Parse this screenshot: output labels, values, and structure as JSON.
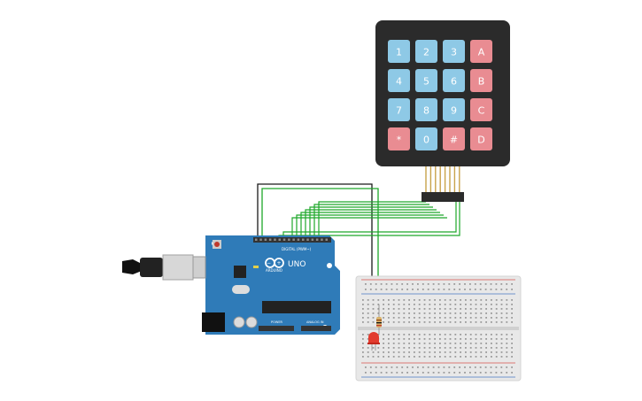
{
  "keypad": {
    "keys": [
      {
        "label": "1",
        "kind": "num"
      },
      {
        "label": "2",
        "kind": "num"
      },
      {
        "label": "3",
        "kind": "num"
      },
      {
        "label": "A",
        "kind": "letter"
      },
      {
        "label": "4",
        "kind": "num"
      },
      {
        "label": "5",
        "kind": "num"
      },
      {
        "label": "6",
        "kind": "num"
      },
      {
        "label": "B",
        "kind": "letter"
      },
      {
        "label": "7",
        "kind": "num"
      },
      {
        "label": "8",
        "kind": "num"
      },
      {
        "label": "9",
        "kind": "num"
      },
      {
        "label": "C",
        "kind": "letter"
      },
      {
        "label": "*",
        "kind": "letter"
      },
      {
        "label": "0",
        "kind": "num"
      },
      {
        "label": "#",
        "kind": "letter"
      },
      {
        "label": "D",
        "kind": "letter"
      }
    ],
    "colors": {
      "body": "#2b2b2b",
      "num_key": "#8ec9e6",
      "letter_key": "#e98c92",
      "connector_pin": "#c8a24a"
    }
  },
  "arduino": {
    "model_label": "UNO",
    "brand_label": "ARDUINO",
    "digital_label": "DIGITAL (PWM~)",
    "power_label": "POWER",
    "analog_label": "ANALOG IN",
    "colors": {
      "board": "#2f7bb8",
      "header": "#333333",
      "chip": "#222222"
    }
  },
  "breadboard": {
    "colors": {
      "body": "#e8e8e8",
      "rail_red": "#d9534f",
      "rail_blue": "#4a78c2",
      "hole": "#9a9a9a"
    }
  },
  "components": {
    "led_color": "#e23b2e",
    "resistor_color": "#d9b26a"
  },
  "wires": {
    "green": "#1ea82a",
    "black": "#1a1a1a"
  }
}
